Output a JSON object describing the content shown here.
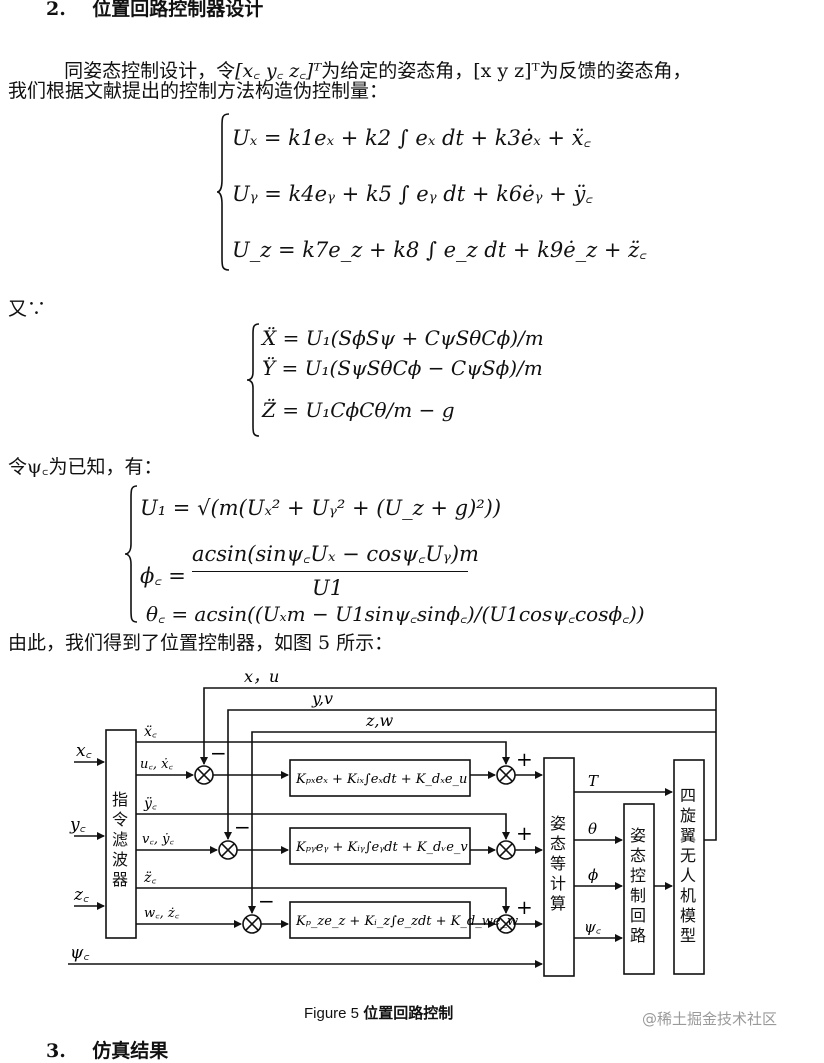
{
  "section2": {
    "heading": "2.    位置回路控制器设计"
  },
  "para1": {
    "line1_prefix": "同姿态控制设计，令",
    "line1_desired_vec": "[x꜀ y꜀ z꜀]ᵀ",
    "line1_mid": "为给定的姿态角，",
    "line1_feedback_vec": "[x y z]ᵀ",
    "line1_suffix": "为反馈的姿态角，",
    "line2": "我们根据文献提出的控制方法构造伪控制量："
  },
  "eq_set1": [
    "Uₓ = k1eₓ + k2 ∫ eₓ dt + k3ėₓ + ẍ꜀",
    "Uᵧ = k4eᵧ + k5 ∫ eᵧ dt + k6ėᵧ + ÿ꜀",
    "U_z = k7e_z + k8 ∫ e_z dt + k9ė_z + z̈꜀"
  ],
  "since": "又∵",
  "eq_set2": [
    "Ẍ = U₁(SϕSψ + CψSθCϕ)/m",
    "Ÿ = U₁(SψSθCϕ − CψSϕ)/m",
    "Z̈ = U₁CϕCθ/m − g"
  ],
  "let_psi": "令ψ꜀为已知，有：",
  "eq_set3": {
    "u1": "U₁ = √(m(Uₓ² + Uᵧ² + (U_z + g)²))",
    "phi_lhs": "ϕ꜀ =",
    "phi_num": "acsin(sinψ꜀Uₓ − cosψ꜀Uᵧ)m",
    "phi_den": "U1",
    "theta": "θ꜀ = acsin((Uₓm − U1sinψ꜀sinϕ꜀)/(U1cosψ꜀cosϕ꜀))"
  },
  "conclusion": "由此，我们得到了位置控制器，如图 5 所示：",
  "diagram": {
    "feedback_labels": [
      "x，u",
      "y,v",
      "z,w"
    ],
    "inputs": [
      "x꜀",
      "y꜀",
      "z꜀",
      "ψ꜀"
    ],
    "filter_label": "指令滤波器",
    "filter_outputs": [
      "ẍ꜀",
      "ÿ꜀",
      "z̈꜀"
    ],
    "pid_inputs": [
      "u꜀, ẋ꜀",
      "v꜀, ẏ꜀",
      "w꜀, ż꜀"
    ],
    "pid_blocks": [
      "Kₚₓeₓ + Kᵢₓ∫eₓdt + K_dₓe_u",
      "Kₚᵧeᵧ + Kᵢᵧ∫eᵧdt + K_dᵥe_v",
      "Kₚ_ze_z + Kᵢ_z∫e_zdt + K_d_we_w"
    ],
    "calc_label": "姿态等计算",
    "calc_outputs": [
      "T",
      "θ",
      "ϕ",
      "ψ꜀"
    ],
    "attitude_label": "姿态控制回路",
    "plant_label": "四旋翼无人机模型",
    "minus": "−",
    "plus": "+"
  },
  "caption": {
    "prefix": "Figure 5 ",
    "text": "位置回路控制"
  },
  "watermark": "@稀土掘金技术社区",
  "section3": {
    "heading": "3.    仿真结果"
  }
}
